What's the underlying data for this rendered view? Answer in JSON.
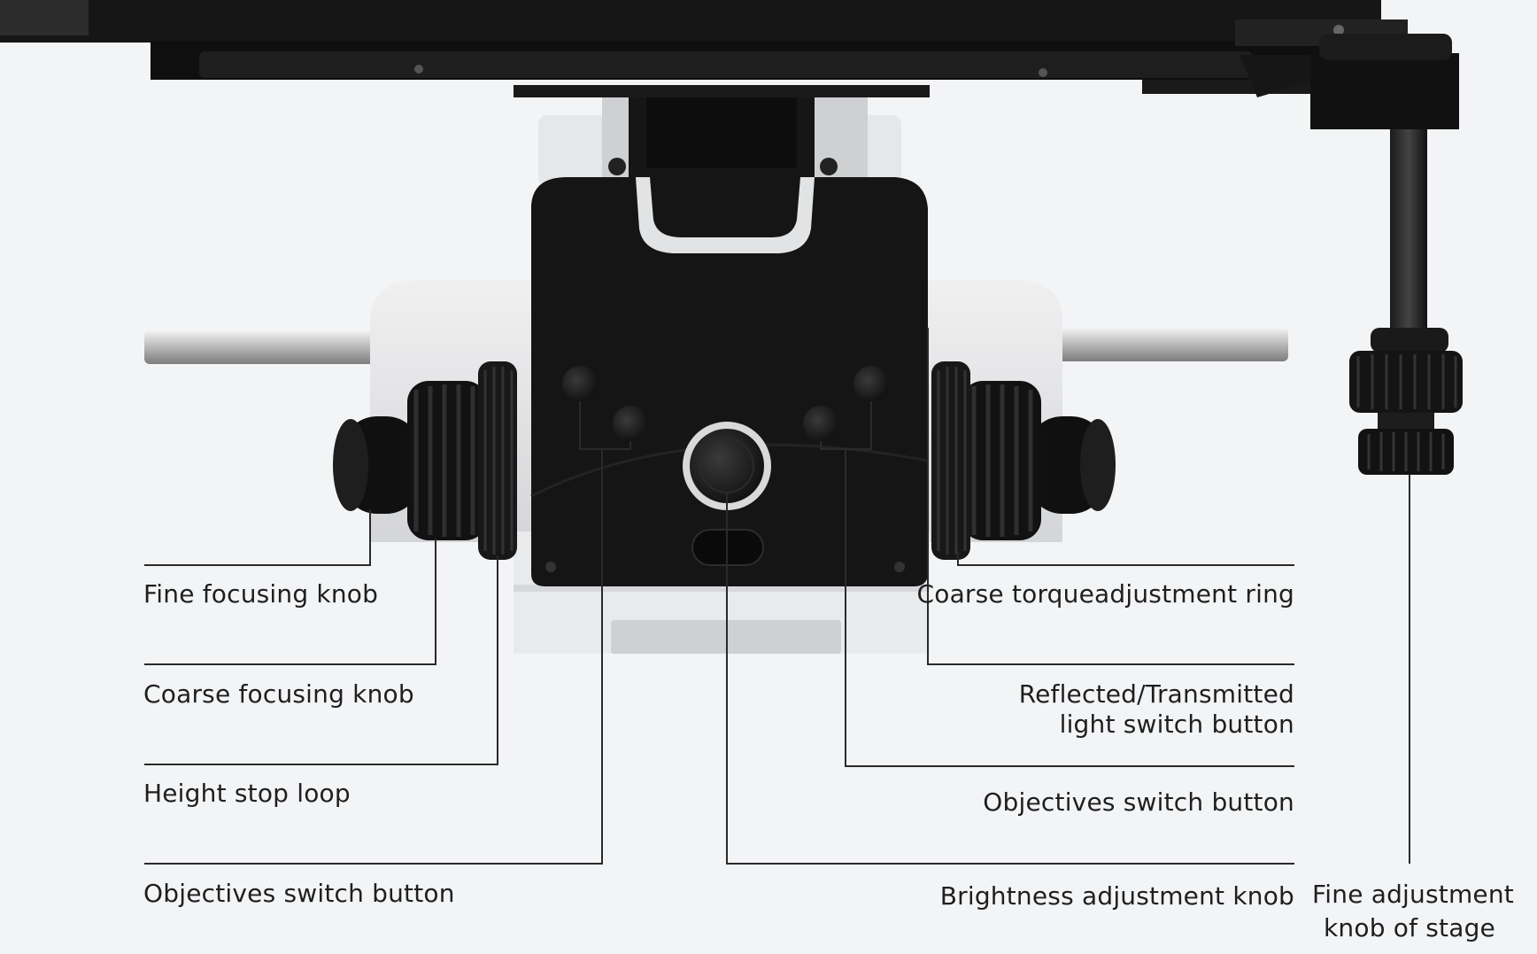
{
  "labels": {
    "fine_focusing_knob": "Fine focusing knob",
    "coarse_focusing_knob": "Coarse focusing knob",
    "height_stop_loop": "Height stop loop",
    "objectives_switch_button_left": "Objectives switch button",
    "coarse_torque_ring": "Coarse torqueadjustment ring",
    "reflected_transmitted_line1": "Reflected/Transmitted",
    "reflected_transmitted_line2": "light switch button",
    "objectives_switch_button_right": "Objectives switch button",
    "brightness_knob": "Brightness adjustment knob",
    "fine_adjust_stage_line1": "Fine adjustment",
    "fine_adjust_stage_line2": "knob of stage"
  },
  "colors": {
    "background": "#f3f4f6",
    "body_black": "#151515",
    "body_white": "#e6e7e9",
    "leader_line": "#2a2a2a",
    "text": "#1f1f1f"
  }
}
